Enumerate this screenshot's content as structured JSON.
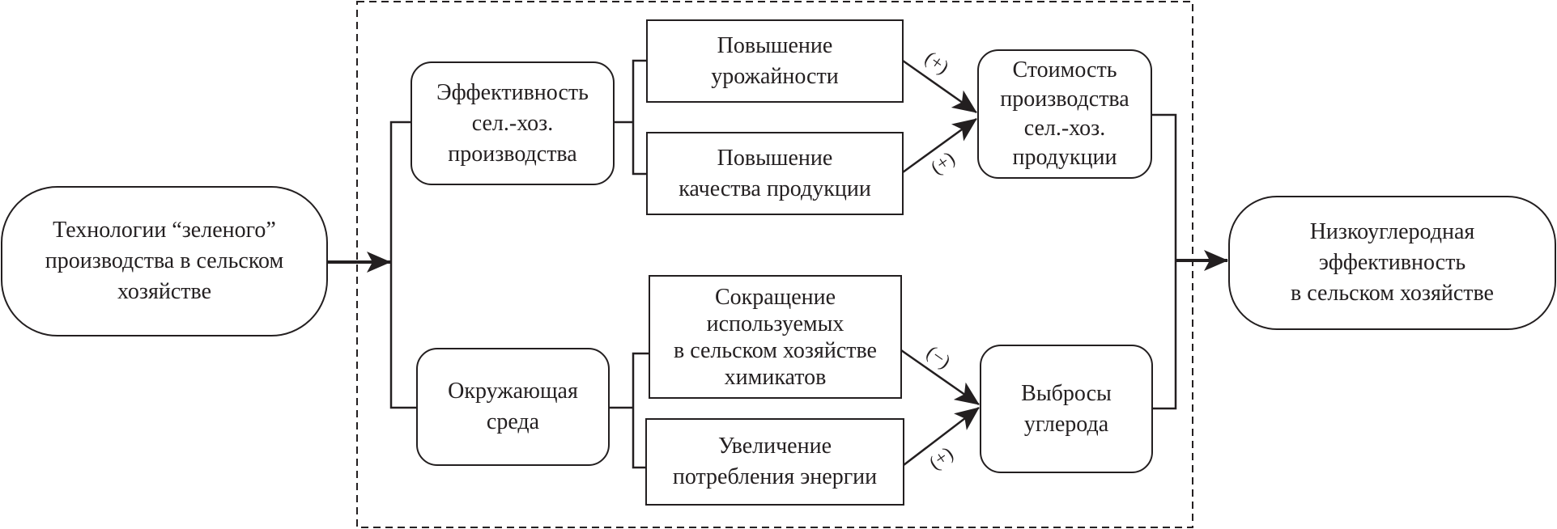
{
  "diagram": {
    "type": "flowchart",
    "colors": {
      "stroke": "#231f20",
      "background": "#ffffff"
    },
    "nodes": {
      "source": {
        "label": "Технологии “зеленого”\nпроизводства в сельском\nхозяйстве",
        "shape": "pill"
      },
      "efficiency": {
        "label": "Эффективность\nсел.-хоз.\nпроизводства",
        "shape": "rounded"
      },
      "environment": {
        "label": "Окружающая\nсреда",
        "shape": "rounded"
      },
      "yield": {
        "label": "Повышение\nурожайности",
        "shape": "rectangle"
      },
      "quality": {
        "label": "Повышение\nкачества продукции",
        "shape": "rectangle"
      },
      "chemicals": {
        "label": "Сокращение\nиспользуемых\nв сельском хозяйстве\nхимикатов",
        "shape": "rectangle"
      },
      "energy": {
        "label": "Увеличение\nпотребления энергии",
        "shape": "rectangle"
      },
      "cost": {
        "label": "Стоимость\nпроизводства\nсел.-хоз.\nпродукции",
        "shape": "rounded"
      },
      "emissions": {
        "label": "Выбросы\nуглерода",
        "shape": "rounded"
      },
      "target": {
        "label": "Низкоуглеродная\nэффективность\nв сельском хозяйстве",
        "shape": "pill"
      }
    },
    "edges": [
      {
        "from": "source",
        "to": "efficiency",
        "sign": ""
      },
      {
        "from": "source",
        "to": "environment",
        "sign": ""
      },
      {
        "from": "efficiency",
        "to": "yield",
        "sign": ""
      },
      {
        "from": "efficiency",
        "to": "quality",
        "sign": ""
      },
      {
        "from": "environment",
        "to": "chemicals",
        "sign": ""
      },
      {
        "from": "environment",
        "to": "energy",
        "sign": ""
      },
      {
        "from": "yield",
        "to": "cost",
        "sign": "(+)"
      },
      {
        "from": "quality",
        "to": "cost",
        "sign": "(+)"
      },
      {
        "from": "chemicals",
        "to": "emissions",
        "sign": "(−)"
      },
      {
        "from": "energy",
        "to": "emissions",
        "sign": "(+)"
      },
      {
        "from": "cost",
        "to": "target",
        "sign": ""
      },
      {
        "from": "emissions",
        "to": "target",
        "sign": ""
      }
    ],
    "signs": {
      "yield_cost": "(+)",
      "quality_cost": "(+)",
      "chemicals_emissions": "(−)",
      "energy_emissions": "(+)"
    }
  }
}
